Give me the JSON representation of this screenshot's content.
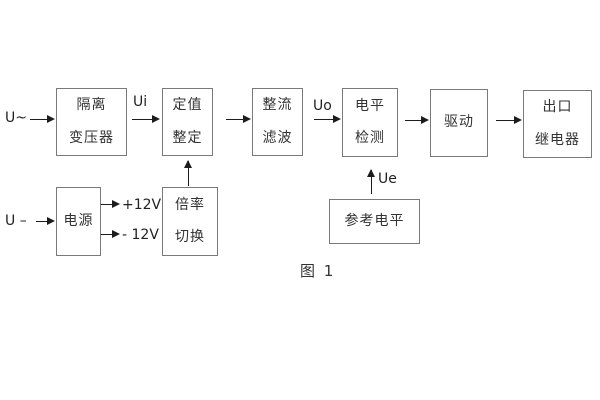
{
  "figure": {
    "caption": "图 1",
    "colors": {
      "box_border": "#7a7a7a",
      "text": "#333333",
      "arrow": "#1c1c1c",
      "background": "#ffffff"
    },
    "blocks": {
      "isolation_transformer": {
        "line1": "隔离",
        "line2": "变压器"
      },
      "setting_adjustment": {
        "line1": "定值",
        "line2": "整定"
      },
      "rectifier_filter": {
        "line1": "整流",
        "line2": "滤波"
      },
      "level_detection": {
        "line1": "电平",
        "line2": "检测"
      },
      "driver": {
        "line1": "驱动"
      },
      "output_relay": {
        "line1": "出口",
        "line2": "继电器"
      },
      "power_supply": {
        "line1": "电源"
      },
      "ratio_switch": {
        "line1": "倍率",
        "line2": "切换"
      },
      "reference_level": {
        "line1": "参考电平"
      }
    },
    "signals": {
      "ac_input": "U~",
      "dc_input": "U –",
      "ui": "Ui",
      "uo": "Uo",
      "ue": "Ue",
      "rail_plus": "+12V",
      "rail_minus": "- 12V"
    }
  }
}
